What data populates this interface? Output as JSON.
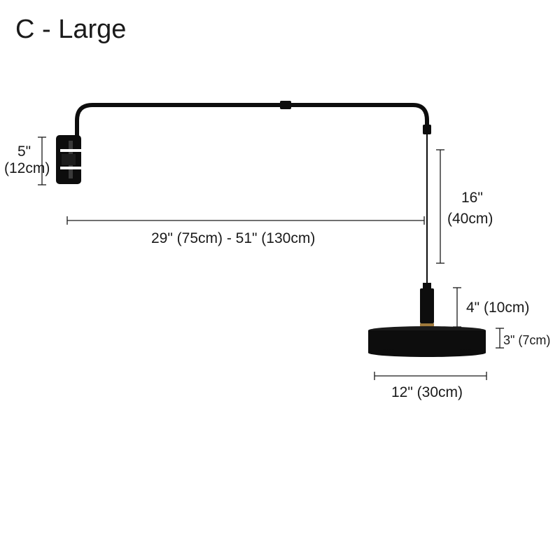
{
  "title": "C - Large",
  "dimensions": {
    "backplate_in": "5\"",
    "backplate_cm": "(12cm)",
    "arm_span": "29\" (75cm) - 51\" (130cm)",
    "drop_in": "16\"",
    "drop_cm": "(40cm)",
    "socket_height": "4\" (10cm)",
    "shade_height": "3\" (7cm)",
    "shade_diameter": "12\" (30cm)"
  },
  "colors": {
    "lamp_body": "#0d0d0d",
    "brass_ring": "#a07a3c",
    "dimension_line": "#1a1a1a",
    "background": "#ffffff"
  }
}
